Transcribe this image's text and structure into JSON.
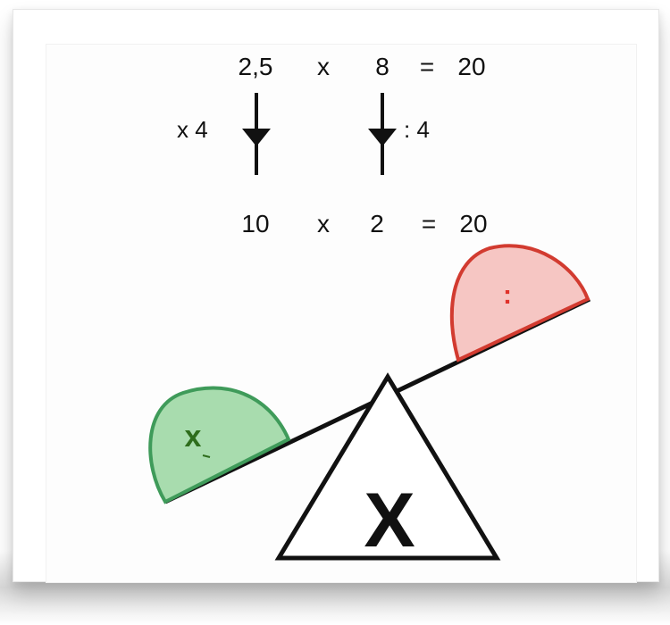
{
  "equation_top": {
    "a": "2,5",
    "op": "x",
    "b": "8",
    "eq": "=",
    "result": "20"
  },
  "equation_bottom": {
    "a": "10",
    "op": "x",
    "b": "2",
    "eq": "=",
    "result": "20"
  },
  "left_operation": "x 4",
  "right_operation": ": 4",
  "seesaw": {
    "left_pan_label": "x",
    "right_pan_label": ":",
    "fulcrum_label": "X",
    "left_pan_color": "#a8dcae",
    "left_pan_stroke": "#3f9b5a",
    "right_pan_color": "#f6c6c3",
    "right_pan_stroke": "#d23b30"
  }
}
